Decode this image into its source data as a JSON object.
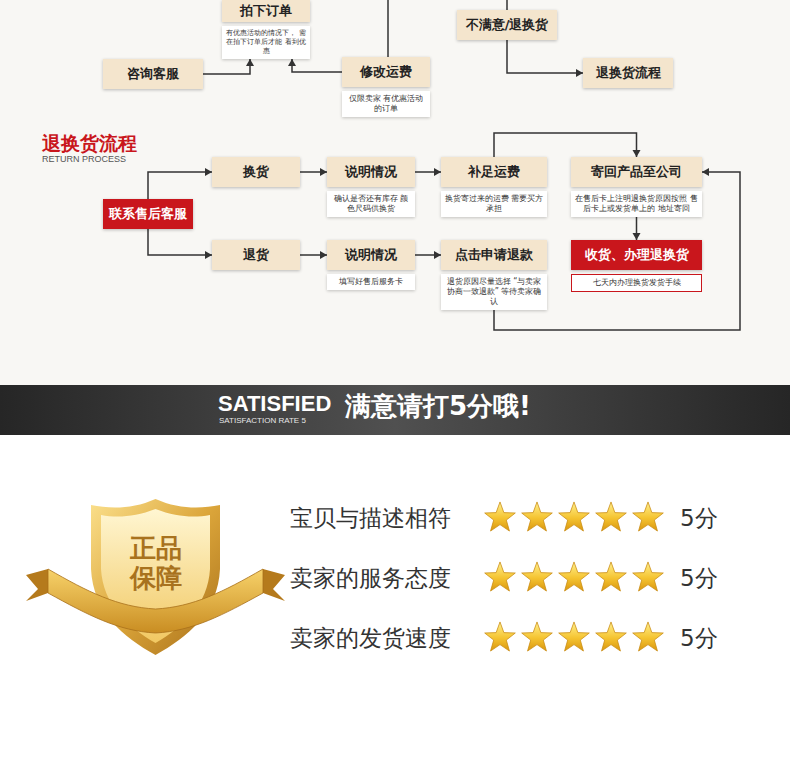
{
  "diagram": {
    "nodes": [
      {
        "text": [
          "拍下订单",
          "有优惠活动的情况下， 需在拍下订单后才能 看到优惠"
        ]
      },
      {
        "text": [
          "咨询客服"
        ]
      },
      {
        "text": [
          "修改运费",
          "仅限卖家 有优惠活动的订单"
        ]
      },
      {
        "text": [
          "不满意/退换货"
        ]
      },
      {
        "text": [
          "退换货流程"
        ]
      },
      {
        "text": [
          "联系售后客服"
        ]
      },
      {
        "text": [
          "换货"
        ]
      },
      {
        "text": [
          "说明情况",
          "确认是否还有库存 颜色尺码供换货"
        ]
      },
      {
        "text": [
          "补足运费",
          "换货寄过来的运费 需要买方承担"
        ]
      },
      {
        "text": [
          "寄回产品至公司",
          "在售后卡上注明退换货原因按照 售后卡上或发货单上的 地址寄回"
        ]
      },
      {
        "text": [
          "退货"
        ]
      },
      {
        "text": [
          "说明情况",
          "填写好售后服务卡"
        ]
      },
      {
        "text": [
          "点击申请退款",
          "退货原因尽量选择 “与卖家协商一致退款” 等待卖家确认"
        ]
      },
      {
        "text": [
          "收货、办理退换货",
          "七天内办理换货发货手续"
        ]
      },
      {
        "text": [
          "SATISFIED",
          "SATISFACTION RATE 5",
          "满意请打5分哦!"
        ]
      },
      {
        "text": [
          "正品 保障"
        ]
      }
    ],
    "edges": [
      {
        "from": 2,
        "to": 0,
        "arrow": "to"
      },
      {
        "from": 1,
        "to": 0,
        "arrow": "to"
      },
      {
        "from": 3,
        "to": 4,
        "arrow": "to"
      },
      {
        "from": 5,
        "to": 6,
        "arrow": "to"
      },
      {
        "from": 5,
        "to": 10,
        "arrow": "to"
      },
      {
        "from": 6,
        "to": 7,
        "arrow": "to"
      },
      {
        "from": 7,
        "to": 8,
        "arrow": "to"
      },
      {
        "from": 8,
        "to": 9,
        "arrow": "to"
      },
      {
        "from": 10,
        "to": 11,
        "arrow": "to"
      },
      {
        "from": 11,
        "to": 12,
        "arrow": "to"
      },
      {
        "from": 12,
        "to": 9,
        "arrow": "to"
      },
      {
        "from": 9,
        "to": 13,
        "arrow": "to"
      }
    ],
    "labels": [
      "退换货流程",
      "RETURN PROCESS",
      "宝贝与描述相符",
      "5分",
      "卖家的服务态度",
      "5分",
      "卖家的发货速度",
      "5分"
    ]
  }
}
